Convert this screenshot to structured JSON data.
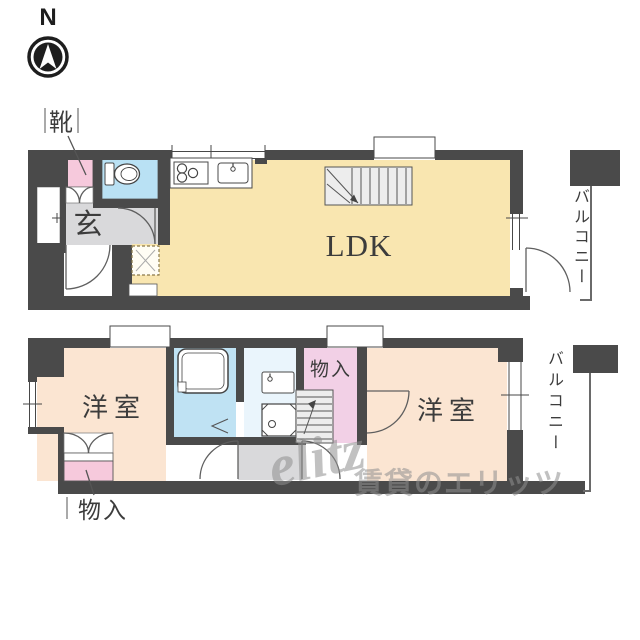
{
  "compass": {
    "north_label": "N"
  },
  "floor1": {
    "shoe_cabinet_label": "靴",
    "entrance_label": "玄",
    "ldk_label": "LDK",
    "balcony_label": "バルコニー"
  },
  "floor2": {
    "bedroom_left_label": "洋室",
    "bedroom_right_label": "洋室",
    "closet_mid_label": "物入",
    "closet_bottom_label": "物入",
    "balcony_label": "バルコニー"
  },
  "watermark": {
    "logo_text": "elitz",
    "brand_text": "賃貸のエリッツ"
  },
  "icons": {
    "north_compass": "compass-icon",
    "toilet": "toilet-icon",
    "bathtub": "bathtub-icon",
    "stove": "stove-icon",
    "kitchen_sink": "sink-icon",
    "washbasin": "washbasin-icon",
    "washing_machine_pan": "washing-machine-pan-icon",
    "stairs": "stairs-icon",
    "floor_hatch": "floor-hatch-icon"
  },
  "colors": {
    "wall": "#4a4a4a",
    "ldk": "#f9e6b0",
    "bedroom": "#fbe5d2",
    "pink": "#f6c9dc",
    "storage-pink": "#f2d0e6",
    "toilet-blue": "#b9e1f4",
    "bath-blue": "#bfe2f3",
    "wash-blue": "#eaf5fc",
    "hall-gray": "#d9d9db",
    "stairs-gray": "#ededed",
    "watermark": "#8f8f8f"
  }
}
